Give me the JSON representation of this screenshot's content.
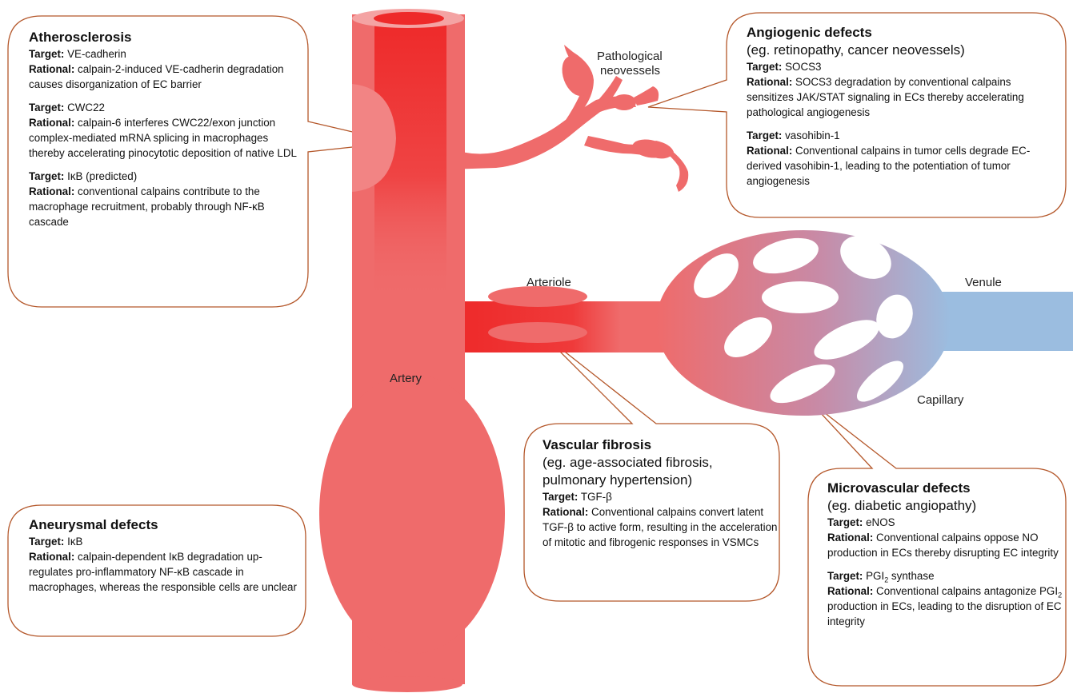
{
  "colors": {
    "vessel": "#ef6b6b",
    "vessel_dark": "#ee2a2a",
    "artery_cap": "#f4a3a3",
    "venule": "#9bbde0",
    "box_border": "#b4572a"
  },
  "labels": {
    "artery": "Artery",
    "arteriole": "Arteriole",
    "venule": "Venule",
    "capillary": "Capillary",
    "neovessels_line1": "Pathological",
    "neovessels_line2": "neovessels"
  },
  "callouts": {
    "atherosclerosis": {
      "title": "Atherosclerosis",
      "items": [
        {
          "target_label": "Target:",
          "target": " VE-cadherin",
          "rational_label": "Rational:",
          "rational": " calpain-2-induced VE-cadherin degradation causes disorganization of EC barrier"
        },
        {
          "target_label": "Target:",
          "target": " CWC22",
          "rational_label": "Rational:",
          "rational": " calpain-6 interferes CWC22/exon junction complex-mediated mRNA splicing in macrophages thereby accelerating pinocytotic deposition of native LDL"
        },
        {
          "target_label": "Target:",
          "target": " IκB (predicted)",
          "rational_label": "Rational:",
          "rational": " conventional calpains contribute to the macrophage recruitment, probably through NF-κB cascade"
        }
      ]
    },
    "angiogenic": {
      "title": "Angiogenic defects",
      "subtitle": "(eg. retinopathy, cancer neovessels)",
      "items": [
        {
          "target_label": "Target:",
          "target": " SOCS3",
          "rational_label": "Rational:",
          "rational": " SOCS3 degradation by conventional calpains sensitizes JAK/STAT signaling in ECs thereby accelerating pathological angiogenesis"
        },
        {
          "target_label": "Target:",
          "target": " vasohibin-1",
          "rational_label": "Rational:",
          "rational": " Conventional calpains in tumor cells degrade EC-derived vasohibin-1, leading to the potentiation of tumor angiogenesis"
        }
      ]
    },
    "fibrosis": {
      "title": "Vascular fibrosis",
      "subtitle": "(eg. age-associated fibrosis, pulmonary hypertension)",
      "items": [
        {
          "target_label": "Target:",
          "target": " TGF-β",
          "rational_label": "Rational:",
          "rational": " Conventional calpains convert latent TGF-β to active form, resulting in the acceleration of mitotic and fibrogenic responses in VSMCs"
        }
      ]
    },
    "microvascular": {
      "title": "Microvascular defects",
      "subtitle": "(eg. diabetic angiopathy)",
      "items": [
        {
          "target_label": "Target:",
          "target": " eNOS",
          "rational_label": "Rational:",
          "rational": " Conventional calpains oppose NO production in ECs thereby disrupting EC integrity"
        },
        {
          "target_label": "Target:",
          "target_pre": " PGI",
          "target_sub": "2",
          "target_post": " synthase",
          "rational_label": "Rational:",
          "rational_pre": " Conventional calpains antagonize PGI",
          "rational_sub": "2",
          "rational_post": " production in ECs, leading to the disruption of EC integrity"
        }
      ]
    },
    "aneurysmal": {
      "title": "Aneurysmal defects",
      "items": [
        {
          "target_label": "Target:",
          "target": " IκB",
          "rational_label": "Rational:",
          "rational": " calpain-dependent IκB degradation up-regulates pro-inflammatory NF-κB cascade in macrophages, whereas the responsible cells are unclear"
        }
      ]
    }
  }
}
